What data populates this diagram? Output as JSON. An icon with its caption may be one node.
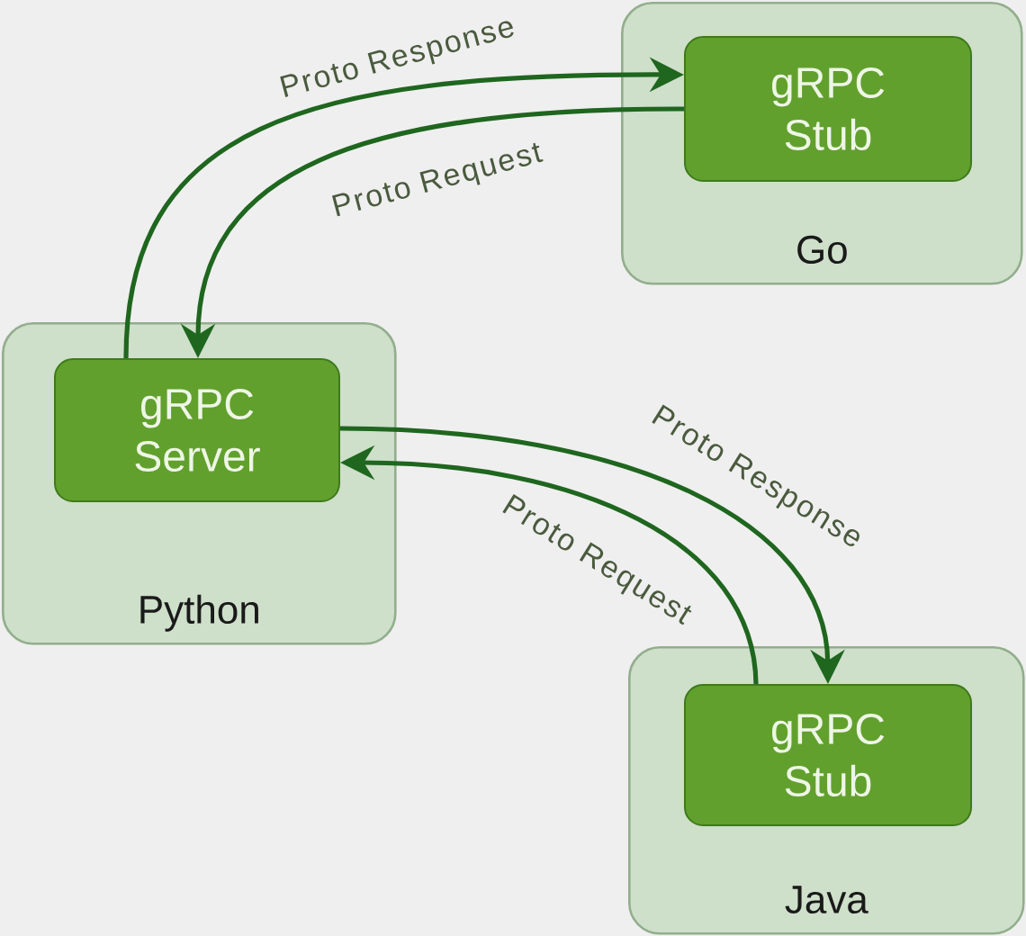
{
  "diagram": {
    "nodes": [
      {
        "text": [
          "Go"
        ]
      },
      {
        "text": [
          "gRPC Stub"
        ],
        "in": 0
      },
      {
        "text": [
          "Python"
        ]
      },
      {
        "text": [
          "gRPC Server"
        ],
        "in": 2
      },
      {
        "text": [
          "Java"
        ]
      },
      {
        "text": [
          "gRPC Stub"
        ],
        "in": 4
      }
    ],
    "edges": [
      {
        "from": 3,
        "to": 1,
        "arrow": "to",
        "label": "Proto Response"
      },
      {
        "from": 1,
        "to": 3,
        "arrow": "to",
        "label": "Proto Request"
      },
      {
        "from": 3,
        "to": 5,
        "arrow": "to",
        "label": "Proto Response"
      },
      {
        "from": 5,
        "to": 3,
        "arrow": "to",
        "label": "Proto Request"
      }
    ]
  }
}
